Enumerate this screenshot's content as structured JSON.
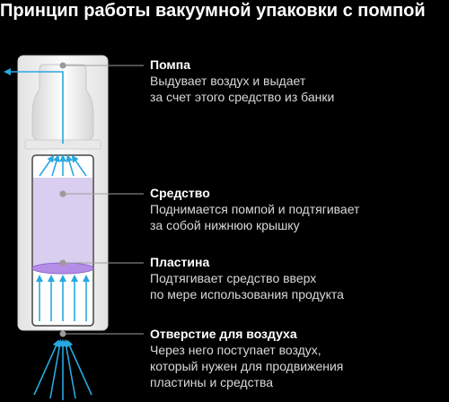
{
  "title": "Принцип работы вакуумной упаковки с помпой",
  "colors": {
    "arrow": "#29a8e0",
    "leader": "#9e9e9e",
    "body_top": "#f2f2f2",
    "body_bottom": "#e6e6e6",
    "product": "#d9cdf0",
    "plate": "#b48ee6",
    "dot": "#9a9a9a"
  },
  "labels": {
    "pump": {
      "head": "Помпа",
      "desc": "Выдувает воздух и выдает\nза счет этого средство из банки"
    },
    "product": {
      "head": "Средство",
      "desc": "Поднимается помпой и подтягивает\nза собой нижнюю крышку"
    },
    "plate": {
      "head": "Пластина",
      "desc": "Подтягивает средство вверх\nпо мере использования продукта"
    },
    "hole": {
      "head": "Отверстие для воздуха",
      "desc": "Через него поступает воздух,\nкоторый нужен для продвижения\nпластины и средства"
    }
  }
}
